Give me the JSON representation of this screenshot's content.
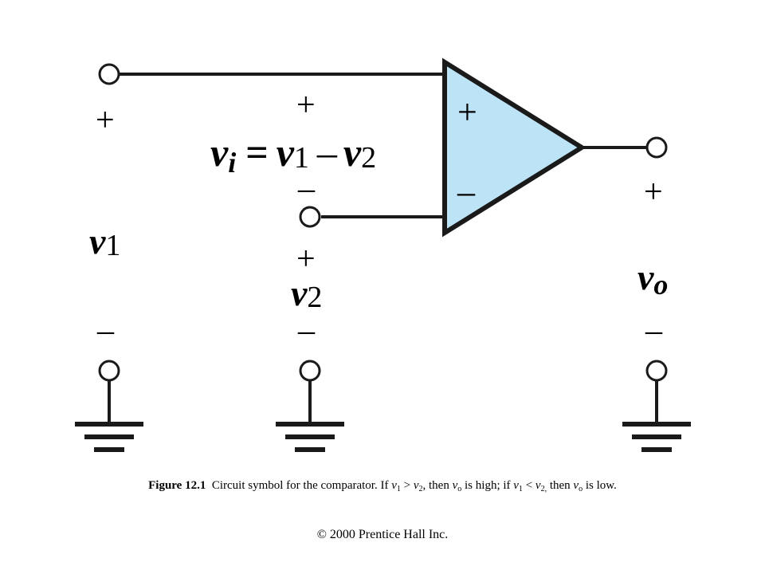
{
  "diagram": {
    "opamp": {
      "plus": "+",
      "minus": "–",
      "fill": "#bde3f6",
      "stroke": "#1a1a1a"
    },
    "vi_eq": {
      "v": "v",
      "i": "i",
      "eq": "=",
      "v1": "v",
      "one": "1",
      "minus": "–",
      "v2": "v",
      "two": "2"
    },
    "v1_label": {
      "v": "v",
      "sub": "1",
      "plus": "+",
      "minus": "–"
    },
    "v2_label": {
      "v": "v",
      "sub": "2",
      "plus": "+",
      "minus": "–"
    },
    "vi_top_plus": "+",
    "vi_bottom_minus": "–",
    "vo_label": {
      "v": "v",
      "sub": "o",
      "plus": "+",
      "minus": "–"
    }
  },
  "caption": {
    "figure": "Figure 12.1",
    "text_a": "Circuit symbol for the comparator. If ",
    "v1": "v",
    "v1_sub": "1",
    "text_b": " > ",
    "v2": "v",
    "v2_sub": "2",
    "text_c": ", then ",
    "vo": "v",
    "vo_sub": "o",
    "text_d": " is high;  if ",
    "v1b": "v",
    "v1b_sub": "1",
    "text_e": " < ",
    "v2b": "v",
    "v2b_sub": "2,",
    "text_f": " then ",
    "vob": "v",
    "vob_sub": "o",
    "text_g": " is low."
  },
  "copyright": "© 2000 Prentice Hall Inc."
}
